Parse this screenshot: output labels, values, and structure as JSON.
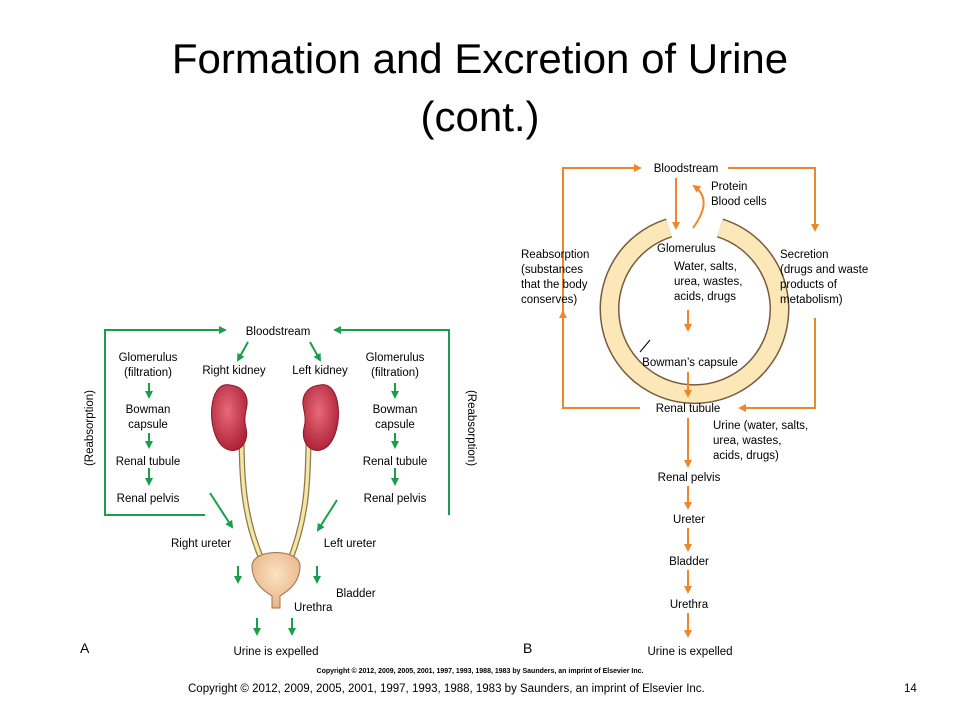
{
  "slide": {
    "title_line1": "Formation and Excretion of Urine",
    "title_line2": "(cont.)",
    "footer": "Copyright © 2012, 2009, 2005, 2001, 1997, 1993, 1988, 1983 by Saunders, an imprint of Elsevier Inc.",
    "page_number": "14"
  },
  "diagram_a": {
    "panel_label": "A",
    "bloodstream": "Bloodstream",
    "glomerulus_left_1": "Glomerulus",
    "glomerulus_left_2": "(filtration)",
    "glomerulus_right_1": "Glomerulus",
    "glomerulus_right_2": "(filtration)",
    "right_kidney": "Right kidney",
    "left_kidney": "Left kidney",
    "bowman_left_1": "Bowman",
    "bowman_left_2": "capsule",
    "bowman_right_1": "Bowman",
    "bowman_right_2": "capsule",
    "renal_tubule_left": "Renal tubule",
    "renal_tubule_right": "Renal tubule",
    "renal_pelvis_left": "Renal pelvis",
    "renal_pelvis_right": "Renal pelvis",
    "reabsorption_left": "(Reabsorption)",
    "reabsorption_right": "(Reabsorption)",
    "right_ureter": "Right ureter",
    "left_ureter": "Left ureter",
    "bladder": "Bladder",
    "urethra": "Urethra",
    "urine_expelled": "Urine is expelled",
    "arrow_color": "#1a9e4a"
  },
  "diagram_b": {
    "panel_label": "B",
    "bloodstream": "Bloodstream",
    "protein": "Protein",
    "blood_cells": "Blood cells",
    "glomerulus": "Glomerulus",
    "filtrate_1": "Water, salts,",
    "filtrate_2": "urea, wastes,",
    "filtrate_3": "acids, drugs",
    "reabsorption_1": "Reabsorption",
    "reabsorption_2": "(substances",
    "reabsorption_3": "that the body",
    "reabsorption_4": "conserves)",
    "secretion_1": "Secretion",
    "secretion_2": "(drugs and waste",
    "secretion_3": "products of",
    "secretion_4": "metabolism)",
    "bowmans_capsule": "Bowman’s capsule",
    "renal_tubule": "Renal tubule",
    "urine_1": "Urine (water, salts,",
    "urine_2": "urea, wastes,",
    "urine_3": "acids, drugs)",
    "renal_pelvis": "Renal pelvis",
    "ureter": "Ureter",
    "bladder": "Bladder",
    "urethra": "Urethra",
    "urine_expelled": "Urine is expelled",
    "arrow_color": "#f0862a"
  },
  "figure_copyright": "Copyright © 2012, 2009, 2005, 2001, 1997, 1993, 1988, 1983 by Saunders, an imprint of Elsevier Inc."
}
